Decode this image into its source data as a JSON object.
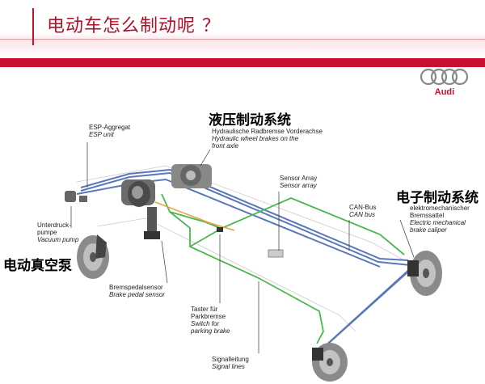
{
  "header": {
    "title": "电动车怎么制动呢 ？"
  },
  "logo": {
    "text": "Audi"
  },
  "labels": {
    "esp": {
      "de": "ESP-Aggregat",
      "en": "ESP unit"
    },
    "hydraulic": {
      "cn": "液压制动系统",
      "de": "Hydraulische Radbremse Vorderachse",
      "en1": "Hydraulic wheel brakes on the",
      "en2": "front axle"
    },
    "sensor": {
      "de": "Sensor Array",
      "en": "Sensor array"
    },
    "canbus": {
      "de": "CAN-Bus",
      "en": "CAN bus"
    },
    "electro": {
      "cn": "电子制动系统",
      "de1": "elektromechanischer",
      "de2": "Bremssattel",
      "en1": "Electric mechanical",
      "en2": "brake caliper"
    },
    "vacuum": {
      "de1": "Unterdruck-",
      "de2": "pumpe",
      "en": "Vacuum pump",
      "cn": "电动真空泵"
    },
    "pedal": {
      "de": "Bremspedalsensor",
      "en": "Brake pedal sensor"
    },
    "parking": {
      "de1": "Taster für",
      "de2": "Parkbremse",
      "en1": "Switch for",
      "en2": "parking brake"
    },
    "signal": {
      "de": "Signalleitung",
      "en": "Signal lines"
    }
  },
  "colors": {
    "brand_red": "#c8102e",
    "title_red": "#b40d28",
    "blue_line": "#5a78b8",
    "green_line": "#4ab84a",
    "orange_line": "#e8a040"
  }
}
